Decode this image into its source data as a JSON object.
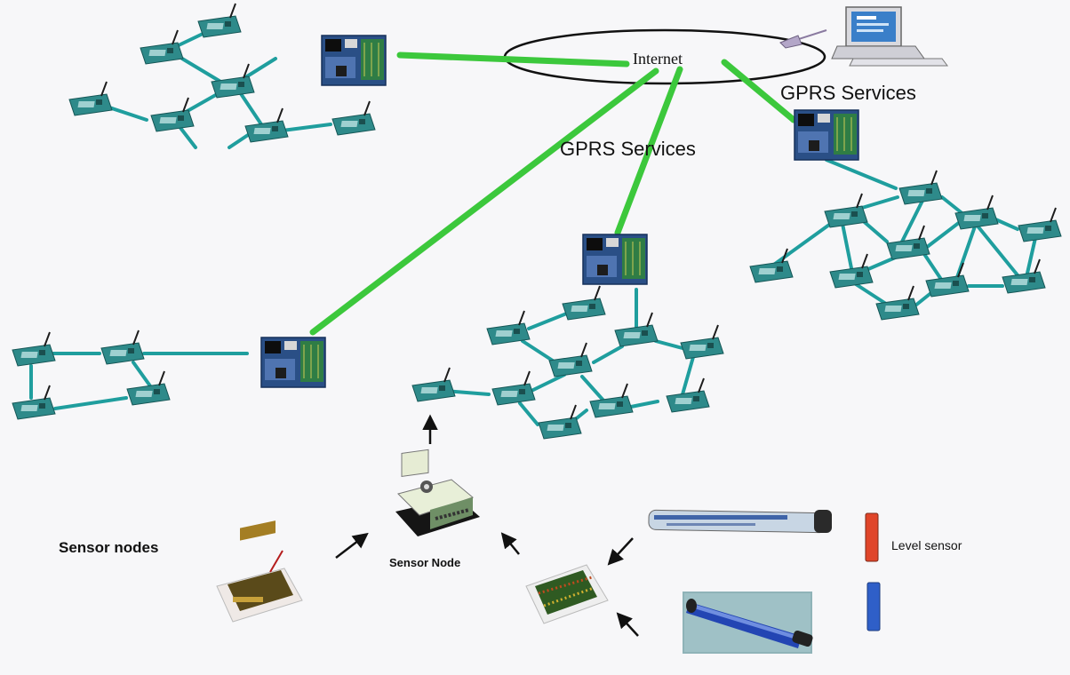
{
  "labels": {
    "internet": "Internet",
    "gprs_top": "GPRS Services",
    "gprs_mid": "GPRS Services",
    "sensor_nodes": "Sensor nodes",
    "sensor_node": "Sensor Node",
    "level_sensor": "Level sensor"
  },
  "colors": {
    "backbone_link": "#3cc83c",
    "mesh_link": "#1f9e9e",
    "sensor_board": "#2e8a8a",
    "gateway_board": "#2a4f86",
    "level_sensor_marker": "#e0452a",
    "second_sensor_marker": "#2f5fc8",
    "background": "#f7f7f9"
  },
  "icons": {
    "gateway": "gateway-board-icon",
    "sensor": "sensor-mote-icon",
    "computer": "desktop-computer-icon",
    "cloud": "internet-ellipse"
  }
}
